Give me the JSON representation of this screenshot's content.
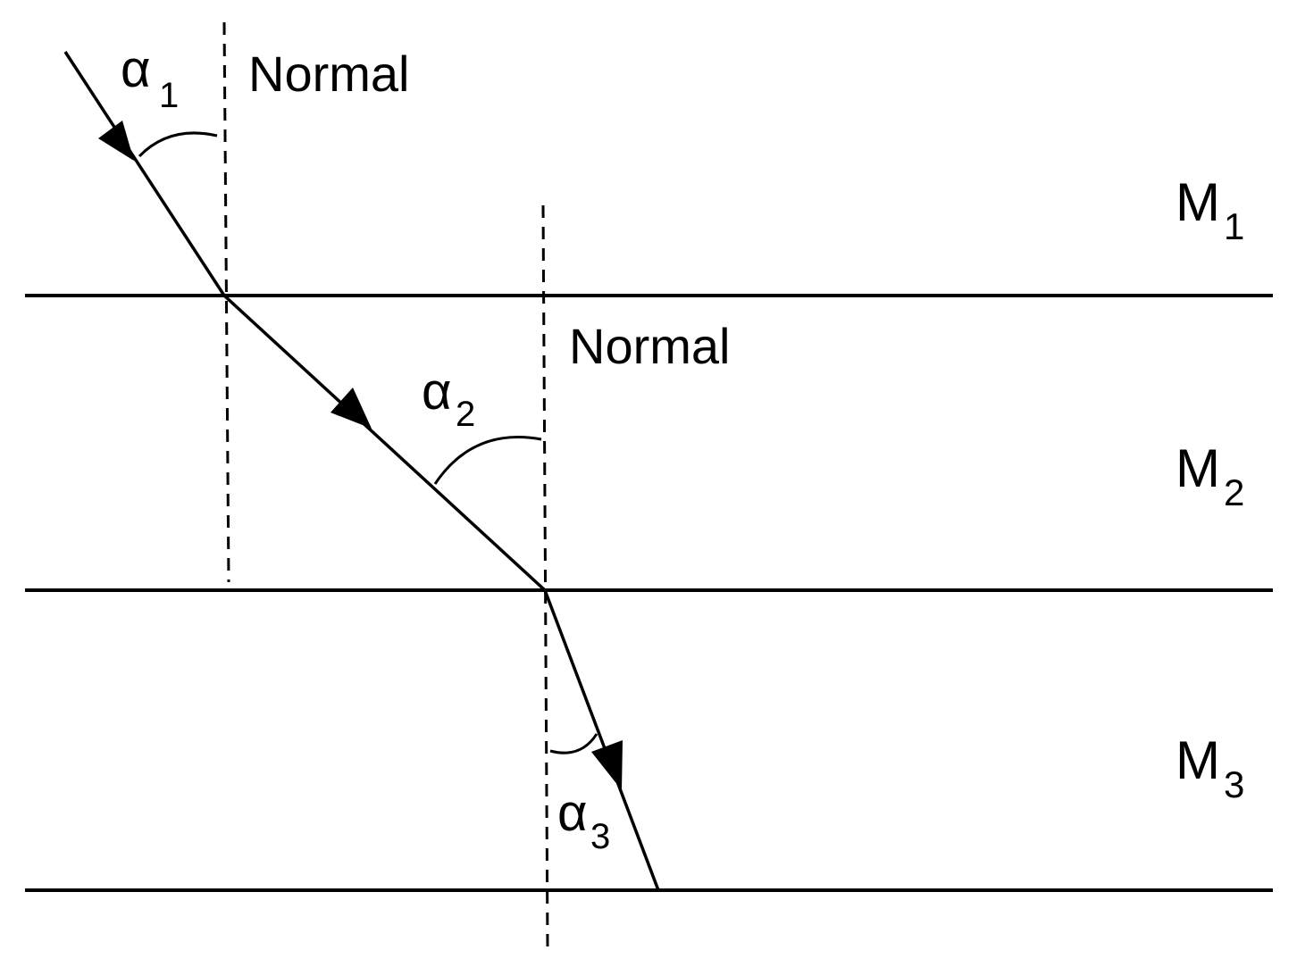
{
  "normals": [
    {
      "label": "Normal"
    },
    {
      "label": "Normal"
    }
  ],
  "angles": [
    {
      "symbol": "α",
      "subscript": "1"
    },
    {
      "symbol": "α",
      "subscript": "2"
    },
    {
      "symbol": "α",
      "subscript": "3"
    }
  ],
  "media": [
    {
      "symbol": "M",
      "subscript": "1"
    },
    {
      "symbol": "M",
      "subscript": "2"
    },
    {
      "symbol": "M",
      "subscript": "3"
    }
  ]
}
